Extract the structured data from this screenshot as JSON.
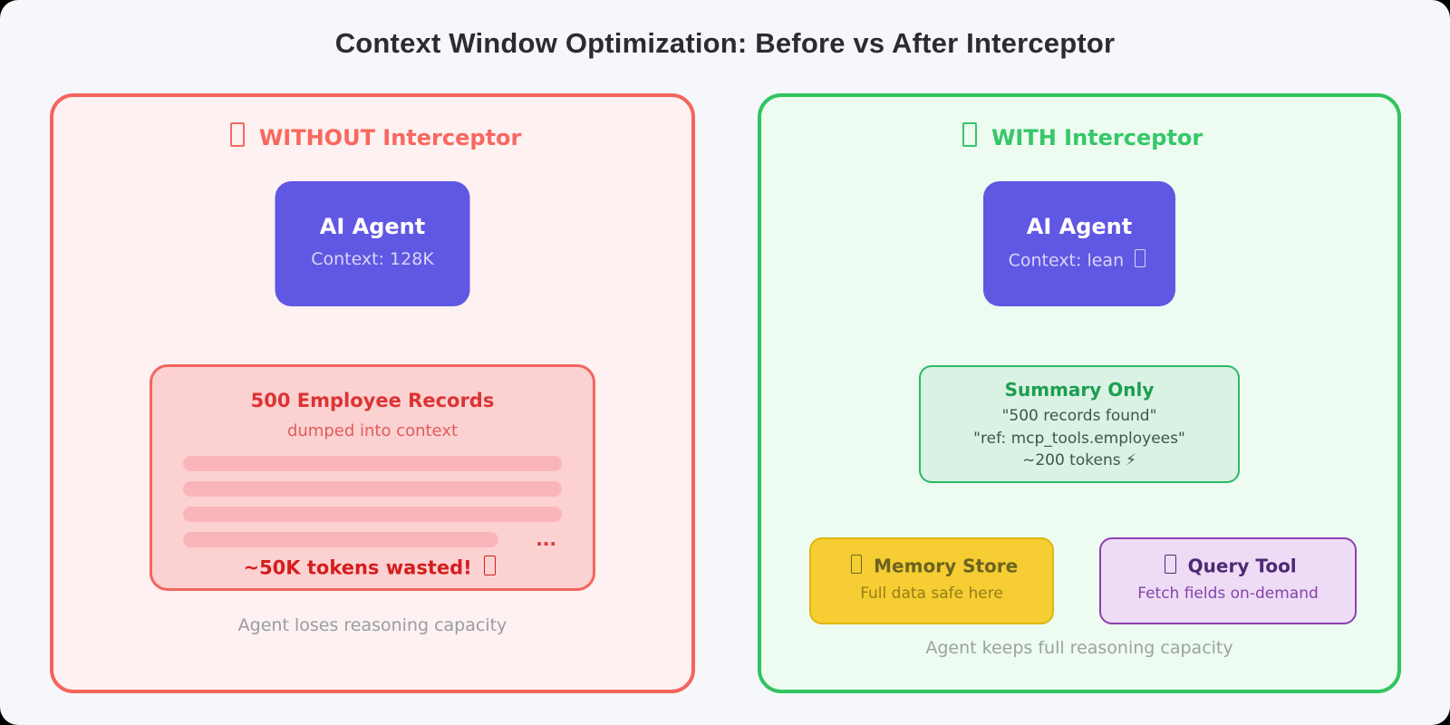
{
  "title": "Context Window Optimization: Before vs After Interceptor",
  "without_panel": {
    "header": "WITHOUT Interceptor",
    "agent": {
      "name": "AI Agent",
      "context": "Context: 128K"
    },
    "records": {
      "title": "500 Employee Records",
      "subtitle": "dumped into context",
      "ellipsis": "...",
      "warning": "~50K tokens wasted!"
    },
    "caption": "Agent loses reasoning capacity"
  },
  "with_panel": {
    "header": "WITH Interceptor",
    "agent": {
      "name": "AI Agent",
      "context": "Context: lean"
    },
    "summary": {
      "title": "Summary Only",
      "lines": [
        "\"500 records found\"",
        "\"ref: mcp_tools.employees\"",
        "~200 tokens ⚡"
      ]
    },
    "memory_store": {
      "title": "Memory Store",
      "subtitle": "Full data safe here"
    },
    "query_tool": {
      "title": "Query Tool",
      "subtitle": "Fetch fields on-demand"
    },
    "caption": "Agent keeps full reasoning capacity"
  },
  "colors": {
    "background": "#f5f7fa",
    "accent_red": "#f4655e",
    "accent_green": "#31c45f",
    "agent_purple": "#6057e3",
    "records_pink": "#fcd1d1",
    "summary_green": "#d9f2e3",
    "memory_yellow": "#f6cd32",
    "query_lavender": "#eedcf6",
    "warning_red": "#d41d1d"
  }
}
